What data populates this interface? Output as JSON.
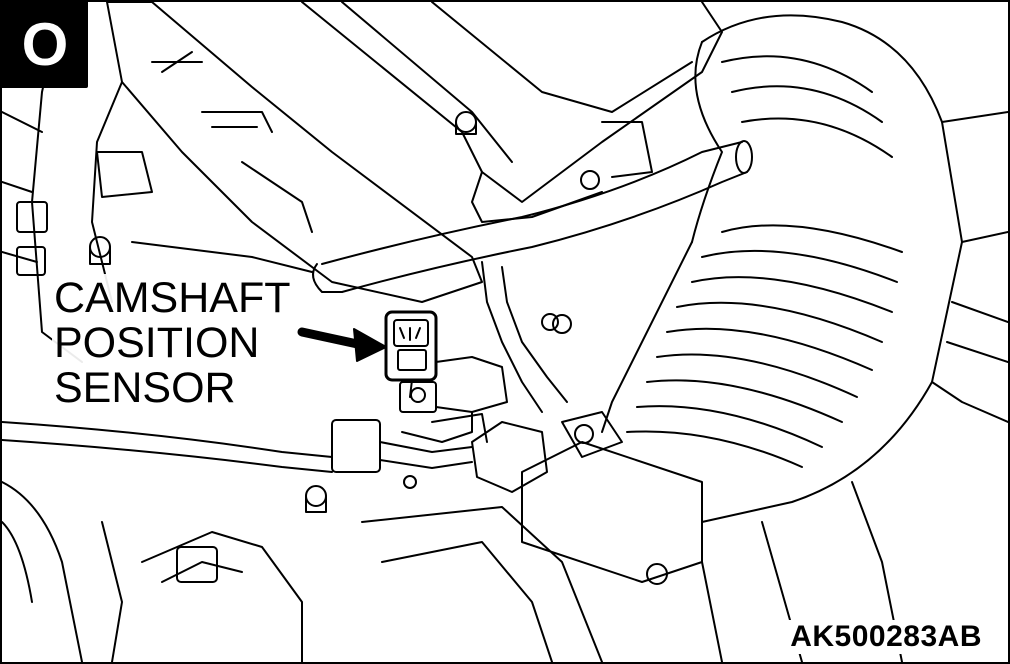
{
  "figure": {
    "view_letter": "O",
    "callout_lines": [
      "CAMSHAFT",
      "POSITION",
      "SENSOR"
    ],
    "figure_code": "AK500283AB",
    "colors": {
      "ink": "#000000",
      "paper": "#ffffff"
    }
  }
}
